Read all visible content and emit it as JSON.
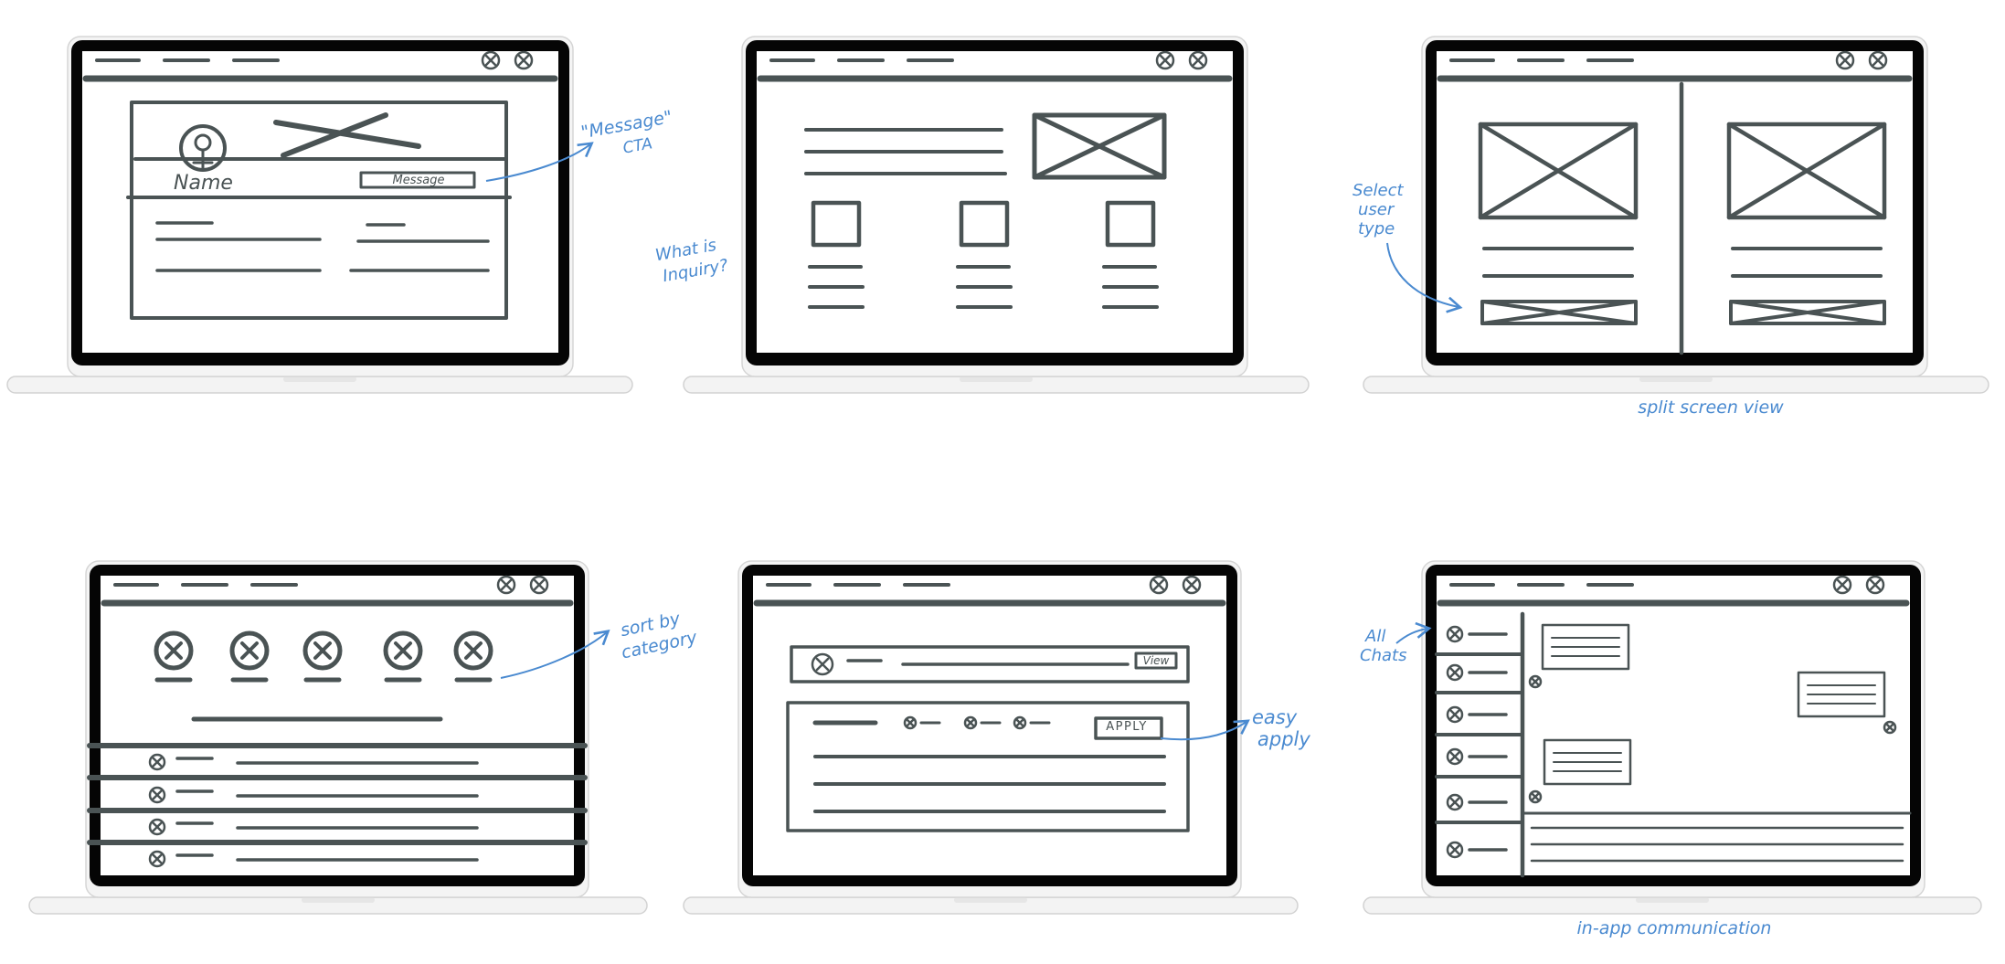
{
  "colors": {
    "ink": "#4a5354",
    "bezel": "#050505",
    "screen": "#ffffff",
    "base": "#f3f3f3",
    "base_edge": "#d2d2d2",
    "annotation": "#4a8ad0"
  },
  "panels": [
    {
      "id": "profile",
      "name_label": "Name",
      "cta_label": "Message",
      "note_lines": [
        "\"Message\"",
        "CTA"
      ]
    },
    {
      "id": "inquiry",
      "note_lines": [
        "What is",
        "Inquiry?"
      ]
    },
    {
      "id": "user-type",
      "note_lines": [
        "Select",
        "user",
        "type"
      ],
      "caption": "split screen view"
    },
    {
      "id": "categories",
      "note_lines": [
        "sort by",
        "category"
      ]
    },
    {
      "id": "apply",
      "view_label": "View",
      "apply_label": "APPLY",
      "note_lines": [
        "easy",
        "apply"
      ]
    },
    {
      "id": "chat",
      "note_lines": [
        "All",
        "Chats"
      ],
      "caption": "in-app communication"
    }
  ]
}
